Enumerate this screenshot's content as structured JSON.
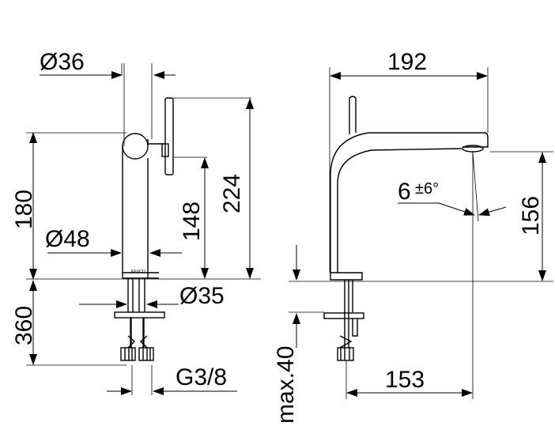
{
  "drawing": {
    "front_view": {
      "diameter_top": "Ø36",
      "diameter_body": "Ø48",
      "diameter_base": "Ø35",
      "height_spout": "180",
      "height_base": "148",
      "height_total": "224",
      "hose_length": "360",
      "thread": "G3/8",
      "brand_mark": "KEUCO"
    },
    "side_view": {
      "reach_total": "192",
      "spout_height": "156",
      "angle": "6",
      "angle_tolerance": "±6°",
      "projection": "153",
      "max_thickness": "max.40"
    }
  }
}
